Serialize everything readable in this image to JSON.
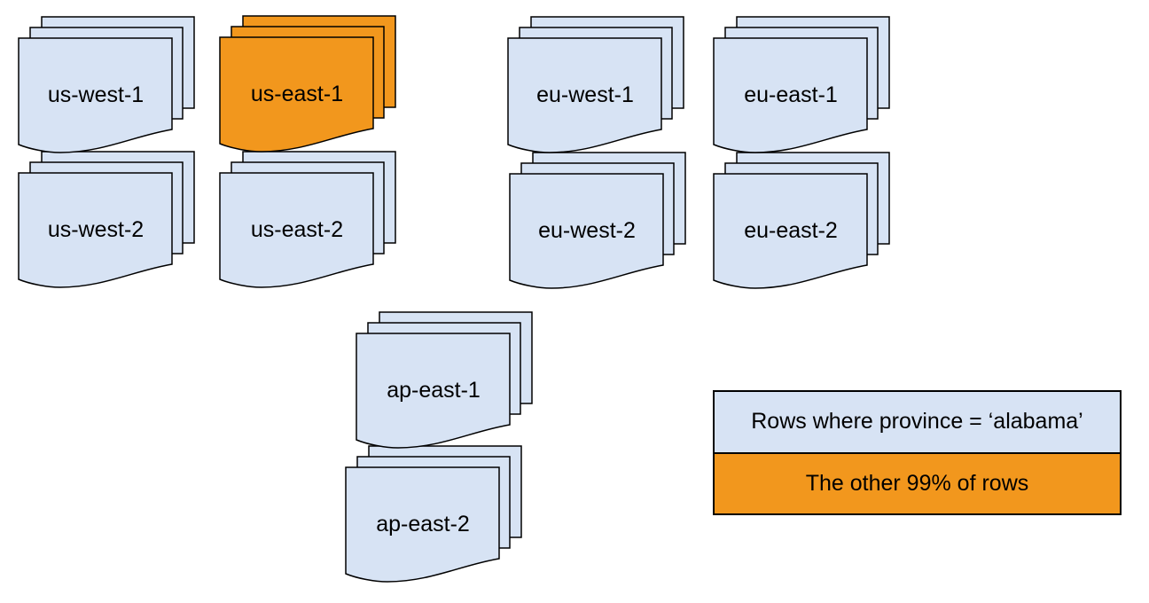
{
  "colors": {
    "region_fill": "#d7e3f4",
    "highlight_fill": "#f2971d",
    "outline": "#000000",
    "background": "#ffffff"
  },
  "stacks": [
    {
      "id": "us-west-1",
      "label": "us-west-1",
      "fill": "#d7e3f4",
      "highlighted": false
    },
    {
      "id": "us-east-1",
      "label": "us-east-1",
      "fill": "#f2971d",
      "highlighted": true
    },
    {
      "id": "eu-west-1",
      "label": "eu-west-1",
      "fill": "#d7e3f4",
      "highlighted": false
    },
    {
      "id": "eu-east-1",
      "label": "eu-east-1",
      "fill": "#d7e3f4",
      "highlighted": false
    },
    {
      "id": "us-west-2",
      "label": "us-west-2",
      "fill": "#d7e3f4",
      "highlighted": false
    },
    {
      "id": "us-east-2",
      "label": "us-east-2",
      "fill": "#d7e3f4",
      "highlighted": false
    },
    {
      "id": "eu-west-2",
      "label": "eu-west-2",
      "fill": "#d7e3f4",
      "highlighted": false
    },
    {
      "id": "eu-east-2",
      "label": "eu-east-2",
      "fill": "#d7e3f4",
      "highlighted": false
    },
    {
      "id": "ap-east-1",
      "label": "ap-east-1",
      "fill": "#d7e3f4",
      "highlighted": false
    },
    {
      "id": "ap-east-2",
      "label": "ap-east-2",
      "fill": "#d7e3f4",
      "highlighted": false
    }
  ],
  "legend": {
    "items": [
      {
        "label": "Rows where province = ‘alabama’",
        "fill": "#d7e3f4"
      },
      {
        "label": "The other 99% of rows",
        "fill": "#f2971d"
      }
    ]
  }
}
